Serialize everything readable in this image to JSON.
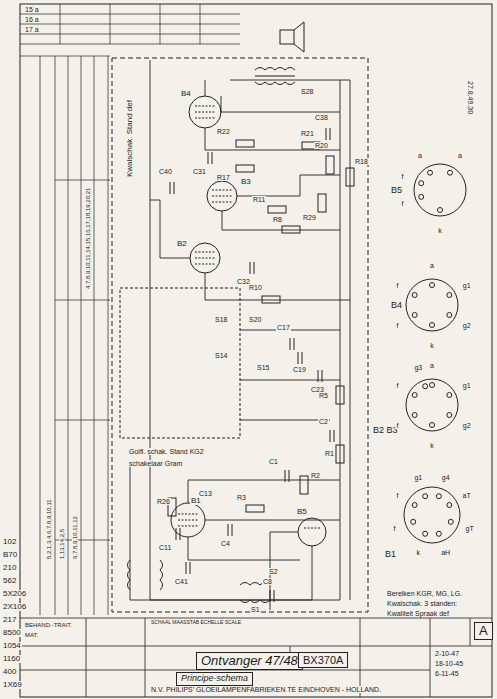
{
  "diagram": {
    "nodes": [
      {
        "text": [
          "Ontvanger 47/48"
        ]
      },
      {
        "text": [
          "BX370A"
        ]
      },
      {
        "text": [
          "Principe-schema"
        ]
      },
      {
        "text": [
          "A"
        ]
      }
    ],
    "labels": [
      "Kwalschak. Stand def",
      "27.8.49.30",
      "Golfl. schak. Stand KG2",
      "schakelaar Gram",
      "B1",
      "B2",
      "B3",
      "B4",
      "B5",
      "S1",
      "S2",
      "S28",
      "R1",
      "R2",
      "R3",
      "R5",
      "R8",
      "R10",
      "R11",
      "R17",
      "R18",
      "R20",
      "R21",
      "R22",
      "R26",
      "R29",
      "C1",
      "C2",
      "C4",
      "C8",
      "C11",
      "C13",
      "C17",
      "C19",
      "C23",
      "C31",
      "C32",
      "C38",
      "C40",
      "C41",
      "S14",
      "S15",
      "S18",
      "S20",
      "B5",
      "B4",
      "B2 B3",
      "B1",
      "f",
      "f",
      "a",
      "a",
      "k",
      "a",
      "g1",
      "g2",
      "k",
      "f",
      "f",
      "a",
      "g1",
      "g2",
      "k",
      "f",
      "f",
      "g3",
      "g1",
      "g4",
      "aT",
      "gT",
      "aH",
      "k",
      "f",
      "f",
      "Bereiken KGR, MG, LG.",
      "Kwalschak. 3 standen:",
      "Kwaliteit Spraak def",
      "102",
      "B70",
      "210",
      "562",
      "5X206",
      "2X106",
      "217",
      "8500",
      "1054",
      "1160",
      "400",
      "1X69",
      "SCHAAL MAASSTAB ECHELLE SCALE",
      "MAT.",
      "BEHAND.-TRAIT.",
      "N.V. PHILIPS' GLOEILAMPENFABRIEKEN TE EINDHOVEN - HOLLAND.",
      "2-10-47",
      "18-10-45",
      "6-11-45",
      "5,2,1,3,4,6,7,8,9,10,11",
      "1,13,14,2,5",
      "6,7,8,9,10,11,12",
      "4,7,8,9,10,11,14,15,16,17,18,19,20,21",
      "15 a",
      "16 a",
      "17 a"
    ]
  }
}
